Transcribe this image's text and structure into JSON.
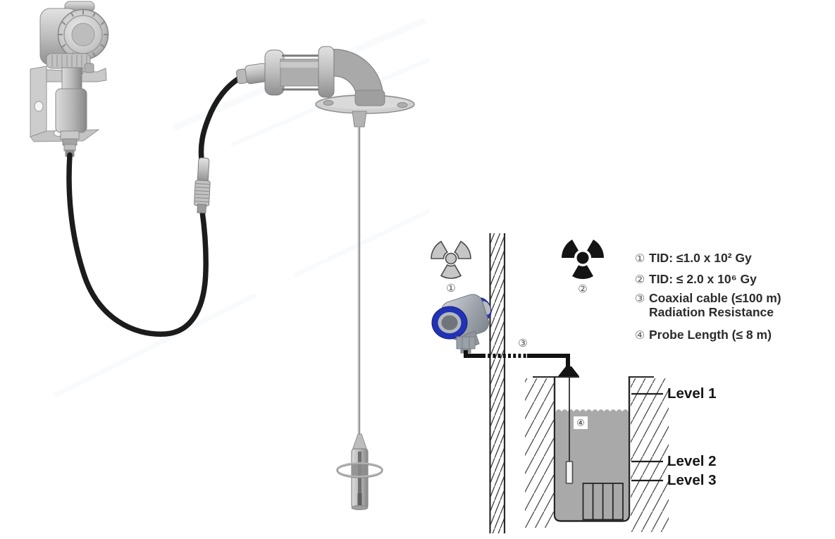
{
  "diagram": {
    "callout_1": "①",
    "callout_2": "②",
    "callout_3": "③",
    "callout_4": "④",
    "levels": [
      "Level 1",
      "Level 2",
      "Level 3"
    ]
  },
  "legend": {
    "items": [
      {
        "num": "①",
        "text": "TID: ≤1.0 x 10² Gy"
      },
      {
        "num": "②",
        "text": "TID: ≤ 2.0 x 10⁶ Gy"
      },
      {
        "num": "③",
        "text": "Coaxial cable (≤100 m)"
      },
      {
        "num": "",
        "text": "Radiation Resistance"
      },
      {
        "num": "④",
        "text": "Probe Length (≤ 8 m)"
      }
    ]
  },
  "colors": {
    "liquid_gray": "#a9a9a9",
    "cable_black": "#1c1c1c",
    "bezel_blue": "#2433b0",
    "trefoil_gray": "#c6c6c6",
    "trefoil_black": "#141414",
    "text_dark": "#2b2b2b"
  }
}
